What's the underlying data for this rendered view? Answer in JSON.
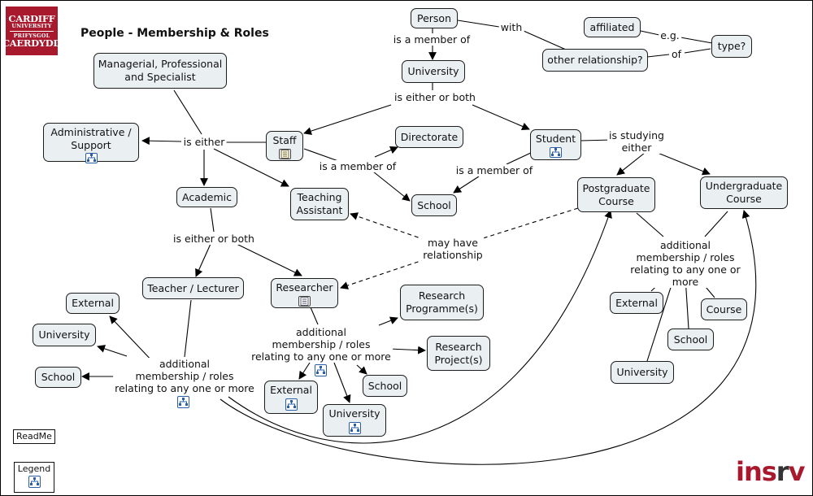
{
  "title": "People - Membership & Roles",
  "logo": {
    "line1": "CARDIFF",
    "line2": "UNIVERSITY",
    "line3": "PRIFYSGOL",
    "line4": "CAERDYDD"
  },
  "brand": {
    "text_a": "ins",
    "text_r": "r",
    "text_b": "v",
    "color": "#a8192e"
  },
  "buttons": {
    "readme": "ReadMe",
    "legend": "Legend"
  },
  "nodes": {
    "person": "Person",
    "university_top": "University",
    "affiliated": "affiliated",
    "type": "type?",
    "other_relationship": "other relationship?",
    "managerial": "Managerial, Professional and Specialist",
    "administrative": "Administrative / Support",
    "staff": "Staff",
    "directorate": "Directorate",
    "student": "Student",
    "academic": "Academic",
    "teaching_assistant": "Teaching Assistant",
    "school_mid": "School",
    "postgraduate": "Postgraduate Course",
    "undergraduate": "Undergraduate Course",
    "teacher_lecturer": "Teacher / Lecturer",
    "researcher": "Researcher",
    "research_programme": "Research Programme(s)",
    "research_project": "Research Project(s)",
    "external_left": "External",
    "university_left": "University",
    "school_left": "School",
    "external_res": "External",
    "school_res": "School",
    "university_res": "University",
    "external_right": "External",
    "course_right": "Course",
    "school_right": "School",
    "university_right": "University"
  },
  "labels": {
    "is_a_member_of_top": "is a member of",
    "with": "with",
    "eg": "e.g.",
    "of": "of",
    "is_either_or_both_top": "is either or both",
    "is_either": "is either",
    "is_a_member_of_staff": "is a member of",
    "is_a_member_of_student": "is a member of",
    "is_studying_either": "is studying\neither",
    "is_either_or_both_acad": "is either or both",
    "may_have_relationship": "may have\nrelationship",
    "additional_left": "additional\nmembership / roles\nrelating to any one or more",
    "additional_res": "additional\nmembership / roles\nrelating to any one or more",
    "additional_right": "additional\nmembership / roles\nrelating to any one or more"
  },
  "icons": {
    "hierarchy": "hierarchy-icon",
    "document": "document-icon"
  },
  "colors": {
    "node_fill": "#eaeff1",
    "icon_blue": "#2a5fa8"
  }
}
